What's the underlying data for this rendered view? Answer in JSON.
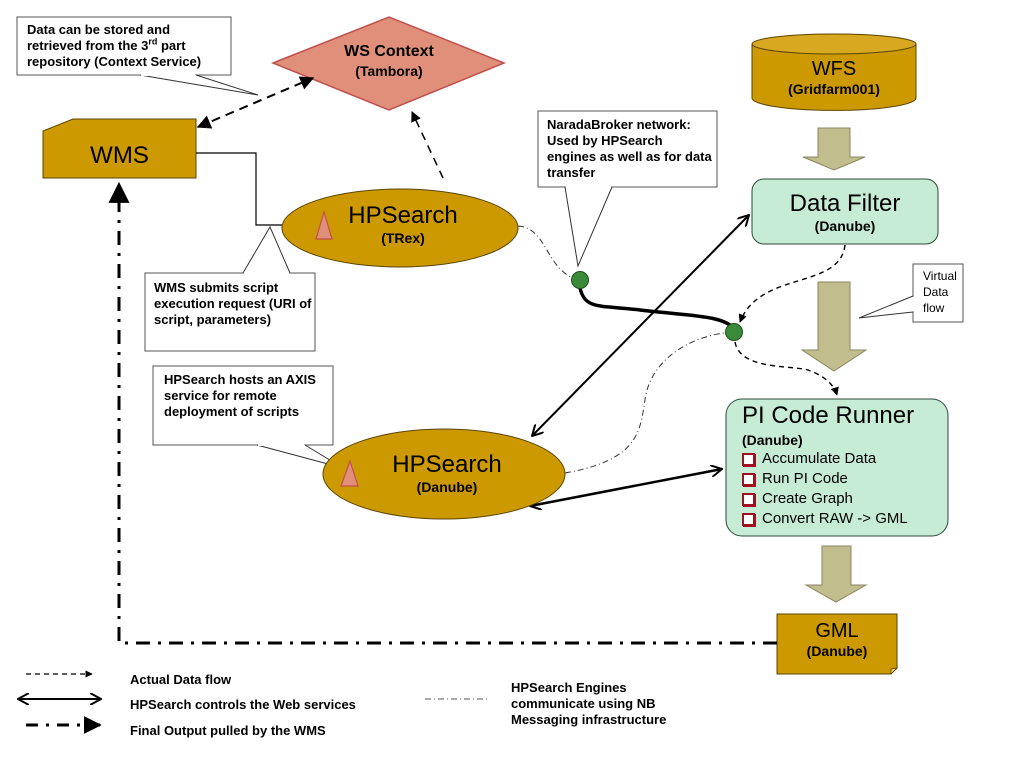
{
  "nodes": {
    "ws_context": {
      "title": "WS Context",
      "subtitle": "(Tambora)"
    },
    "wms": {
      "title": "WMS"
    },
    "wfs": {
      "title": "WFS",
      "subtitle": "(Gridfarm001)"
    },
    "hpsearch_trex": {
      "title": "HPSearch",
      "subtitle": "(TRex)"
    },
    "hpsearch_danube": {
      "title": "HPSearch",
      "subtitle": "(Danube)"
    },
    "data_filter": {
      "title": "Data Filter",
      "subtitle": "(Danube)"
    },
    "pi_code_runner": {
      "title": "PI Code Runner",
      "subtitle": "(Danube)",
      "items": [
        "Accumulate Data",
        "Run PI Code",
        "Create Graph",
        "Convert RAW -> GML"
      ]
    },
    "gml": {
      "title": "GML",
      "subtitle": "(Danube)"
    }
  },
  "callouts": {
    "context_service": {
      "line1": "Data can be stored and",
      "line2_pre": "retrieved from the 3",
      "line2_sup": "rd",
      "line2_post": " part",
      "line3": "repository (Context Service)"
    },
    "naradabroker": "NaradaBroker network: Used by HPSearch engines as well as for data transfer",
    "wms_submits": "WMS submits script execution request (URI of script, parameters)",
    "axis_service": "HPSearch hosts an AXIS service for remote deployment of scripts",
    "virtual_flow": "Virtual Data flow"
  },
  "legend": {
    "actual_data_flow": "Actual Data flow",
    "hpsearch_controls": "HPSearch controls the Web services",
    "final_output": "Final Output pulled by the WMS",
    "nb_messaging": "HPSearch Engines communicate using NB Messaging infrastructure"
  },
  "colors": {
    "gold": "#cc9900",
    "salmon": "#e0907a",
    "mint": "#c6ecd6",
    "olive_arrow": "#c2bd8c",
    "broker_green": "#3a8a3a",
    "checkbox_red": "#a01020"
  }
}
